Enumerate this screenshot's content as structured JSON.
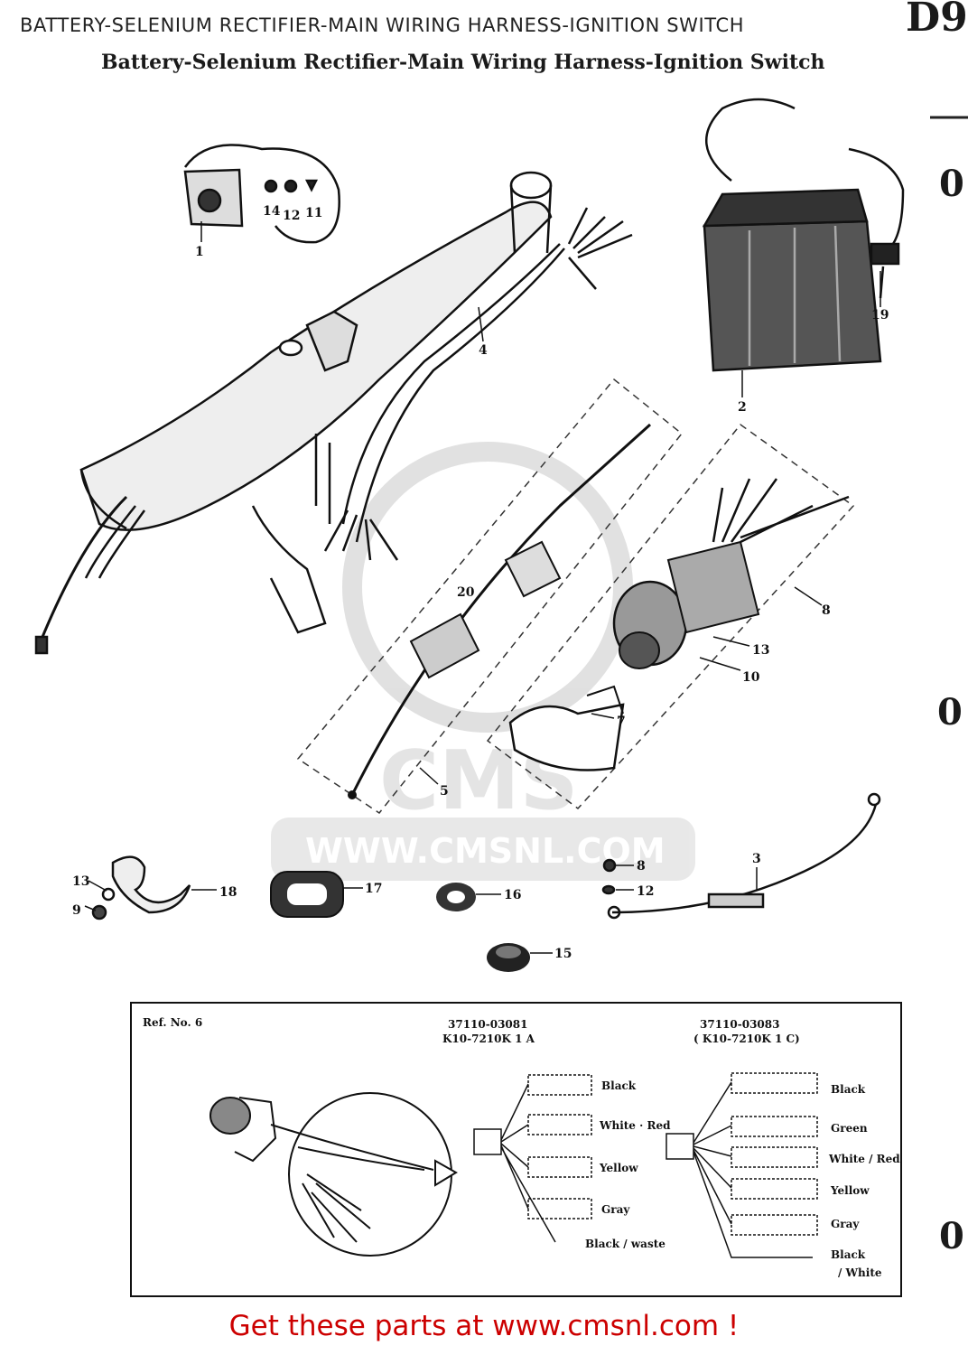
{
  "header": {
    "title": "BATTERY-SELENIUM RECTIFIER-MAIN WIRING HARNESS-IGNITION SWITCH",
    "subtitle": "Battery-Selenium Rectifier-Main Wiring Harness-Ignition Switch",
    "page_code": "D9"
  },
  "side_marks": [
    "0",
    "0",
    "0"
  ],
  "callouts": {
    "c1": "1",
    "c2": "2",
    "c3": "3",
    "c4": "4",
    "c5": "5",
    "c6": "6",
    "c7": "7",
    "c8": "8",
    "c8b": "8",
    "c9": "9",
    "c10": "10",
    "c11": "11",
    "c12": "12",
    "c12b": "12",
    "c13": "13",
    "c13b": "13",
    "c14": "14",
    "c15": "15",
    "c16": "16",
    "c17": "17",
    "c18": "18",
    "c19": "19",
    "c20": "20"
  },
  "inset": {
    "ref_label": "Ref. No. 6",
    "variant_a": {
      "part_no": "37110-03081",
      "model": "K10-7210K 1 A"
    },
    "variant_c": {
      "part_no": "37110-03083",
      "model": "( K10-7210K 1 C)"
    },
    "wires_a": [
      "Black",
      "White · Red",
      "Yellow",
      "Gray",
      "Black / waste"
    ],
    "wires_c": [
      "Black",
      "Green",
      "White / Red",
      "Yellow",
      "Gray",
      "Black",
      "/ White"
    ]
  },
  "watermark": {
    "logo": "CMS",
    "url": "WWW.CMSNL.COM"
  },
  "footer": {
    "text": "Get these parts at www.cmsnl.com !"
  }
}
